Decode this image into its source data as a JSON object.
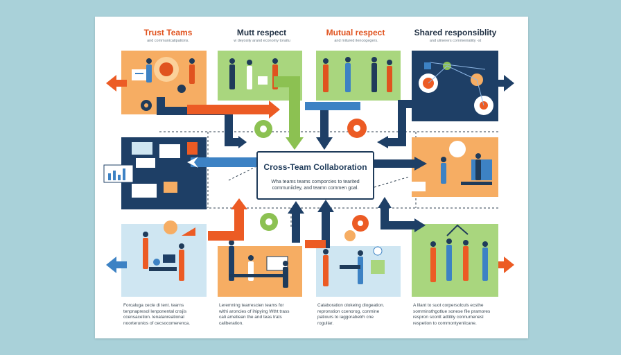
{
  "columns": [
    {
      "heading": "Trust Teams",
      "subheading": "and communicatipations.",
      "color": "#e0531f"
    },
    {
      "heading": "Mutt respect",
      "subheading": "w deyosily arand economy toraitu",
      "color": "#243447"
    },
    {
      "heading": "Mutual respect",
      "subheading": "and mitured ilencogegers.",
      "color": "#e0531f"
    },
    {
      "heading": "Shared responsiblity",
      "subheading": "and ulinerers commenialiity -st",
      "color": "#243447"
    }
  ],
  "center": {
    "title": "Cross-Team Collaboration",
    "subtitle": "Wha teams teams comporcies to tearited\ncommuniicley, and teamn commen goal."
  },
  "captions": [
    "Forcaluga cecle di tent. tearns\ntenpnapresol lenponental cnsjis\nccensacetion. lenatanreational\nnoorterunios of cecsocomerenca.",
    "Leremning tearrescien teams for\nwithi aroncies of ihipying Wtht trass\ncati ametiean the and teas trats\ncaliberation.",
    "Calaboration olokeing diogeation.\nrepronstion ccenorog, conmine\npatiours to iaggorabetrh cne\nrogullar.",
    "A lilant to suot corpersolculs ecsthe\nsomminsthgotlue sonese file pramores\nrespron sconlt adtitily connumenesl\nrespetion to commontyenlicane."
  ],
  "colors": {
    "background": "#a9d1d9",
    "navy": "#1f3b5a",
    "orange": "#ec5b24",
    "green": "#8cc152",
    "blue": "#3d82c4",
    "panel_orange": "#f6ad63",
    "panel_green": "#a9d67e",
    "panel_navy": "#1e3f66",
    "panel_blue": "#cfe6f2"
  }
}
